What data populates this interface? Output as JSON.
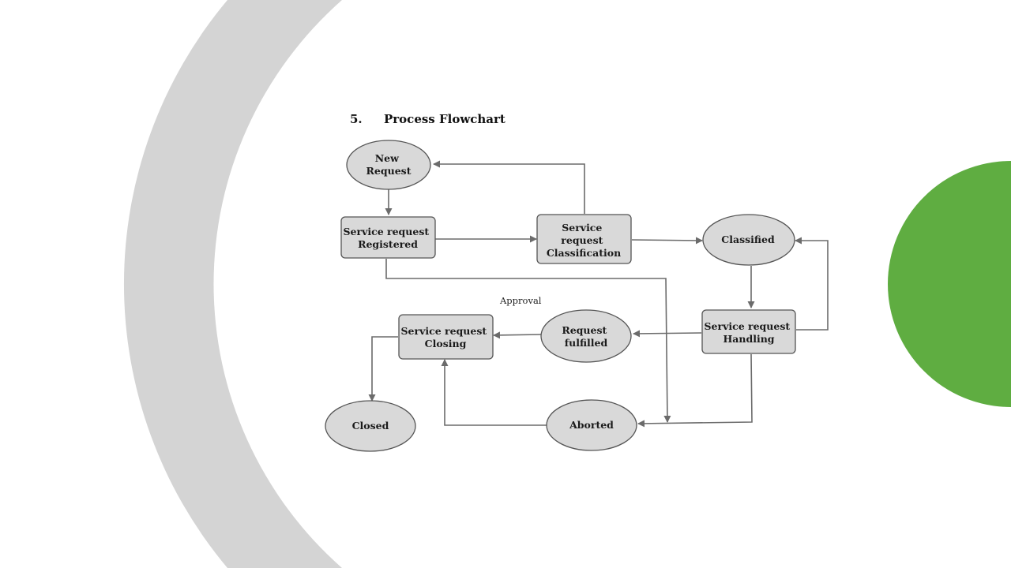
{
  "section": {
    "number": "5.",
    "title": "Process Flowchart"
  },
  "colors": {
    "arc": "#d4d4d4",
    "accent_circle": "#5fad41"
  },
  "nodes": [
    {
      "id": "new-request",
      "shape": "ellipse",
      "lines": [
        "New",
        "Request"
      ]
    },
    {
      "id": "registered",
      "shape": "rect",
      "lines": [
        "Service request",
        "Registered"
      ]
    },
    {
      "id": "classification",
      "shape": "rect",
      "lines": [
        "Service",
        "request",
        "Classification"
      ]
    },
    {
      "id": "classified",
      "shape": "ellipse",
      "lines": [
        "Classified"
      ]
    },
    {
      "id": "handling",
      "shape": "rect",
      "lines": [
        "Service request",
        "Handling"
      ]
    },
    {
      "id": "fulfilled",
      "shape": "ellipse",
      "lines": [
        "Request",
        "fulfilled"
      ]
    },
    {
      "id": "closing",
      "shape": "rect",
      "lines": [
        "Service request",
        "Closing"
      ]
    },
    {
      "id": "closed",
      "shape": "ellipse",
      "lines": [
        "Closed"
      ]
    },
    {
      "id": "aborted",
      "shape": "ellipse",
      "lines": [
        "Aborted"
      ]
    }
  ],
  "edges": [
    {
      "from": "new-request",
      "to": "registered"
    },
    {
      "from": "registered",
      "to": "classification"
    },
    {
      "from": "classification",
      "to": "new-request"
    },
    {
      "from": "classification",
      "to": "classified"
    },
    {
      "from": "classified",
      "to": "handling"
    },
    {
      "from": "handling",
      "to": "classified"
    },
    {
      "from": "handling",
      "to": "fulfilled"
    },
    {
      "from": "fulfilled",
      "to": "closing"
    },
    {
      "from": "closing",
      "to": "closed"
    },
    {
      "from": "handling",
      "to": "aborted"
    },
    {
      "from": "registered",
      "to": "aborted"
    },
    {
      "from": "aborted",
      "to": "closing"
    }
  ],
  "annotation": "Approval"
}
